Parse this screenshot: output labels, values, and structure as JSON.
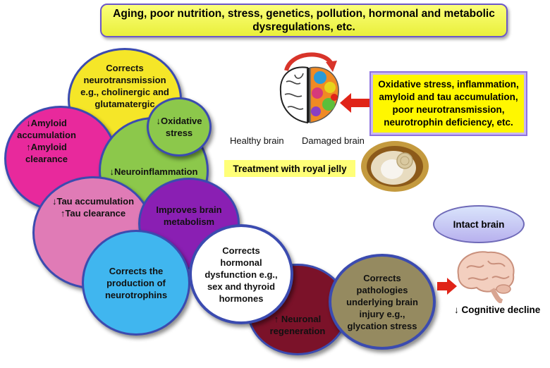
{
  "banner": {
    "line1": "Aging, poor nutrition, stress, genetics, pollution, hormonal and metabolic",
    "line2": "dysregulations, etc."
  },
  "circles": {
    "neurotransmission": [
      "Corrects",
      "neurotransmission",
      "e.g., cholinergic and",
      "glutamatergic"
    ],
    "oxidative": [
      "↓Oxidative",
      "stress"
    ],
    "amyloid": [
      "↓Amyloid",
      "accumulation",
      "↑Amyloid",
      "clearance"
    ],
    "neuroinflammation": [
      "↓Neuroinflammation"
    ],
    "tau": [
      "↓Tau accumulation",
      "↑Tau clearance"
    ],
    "metabolism": [
      "Improves brain",
      "metabolism"
    ],
    "neurotrophins": [
      "Corrects the",
      "production of",
      "neurotrophins"
    ],
    "hormonal": [
      "Corrects",
      "hormonal",
      "dysfunction e.g.,",
      "sex and thyroid",
      "hormones"
    ],
    "regeneration": [
      "↑ Neuronal",
      "regeneration"
    ],
    "pathologies": [
      "Corrects",
      "pathologies",
      "underlying brain",
      "injury e.g.,",
      "glycation stress"
    ]
  },
  "brain_labels": {
    "healthy": "Healthy brain",
    "damaged": "Damaged brain"
  },
  "infobox": [
    "Oxidative stress, inflammation,",
    "amyloid and tau accumulation,",
    "poor neurotransmission,",
    "neurotrophin deficiency, etc."
  ],
  "treatment": "Treatment with royal jelly",
  "intact": "Intact brain",
  "decline": "↓ Cognitive decline",
  "colors": {
    "yellow": "#f5e628",
    "green": "#8cc84b",
    "magenta": "#e8299c",
    "pink": "#e07bb6",
    "purple": "#8a1fb3",
    "blue": "#40b6ef",
    "white": "#ffffff",
    "maroon": "#7b1229",
    "olive": "#958a60",
    "arrow": "#e02418"
  }
}
